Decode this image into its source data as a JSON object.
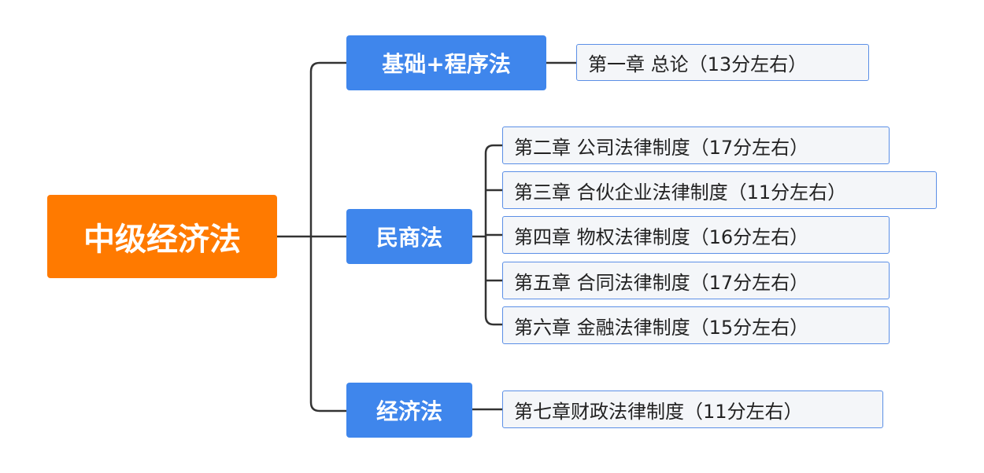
{
  "root": {
    "label": "中级经济法"
  },
  "branches": [
    {
      "label": "基础+程序法",
      "children": [
        "第一章 总论（13分左右）"
      ]
    },
    {
      "label": "民商法",
      "children": [
        "第二章 公司法律制度（17分左右）",
        "第三章 合伙企业法律制度（11分左右）",
        "第四章 物权法律制度（16分左右）",
        "第五章 合同法律制度（17分左右）",
        "第六章 金融法律制度（15分左右）"
      ]
    },
    {
      "label": "经济法",
      "children": [
        "第七章财政法律制度（11分左右）"
      ]
    }
  ],
  "colors": {
    "root": "#ff7a00",
    "branch": "#3f86ec",
    "leaf_border": "#5b8fe6",
    "connector": "#333333"
  }
}
